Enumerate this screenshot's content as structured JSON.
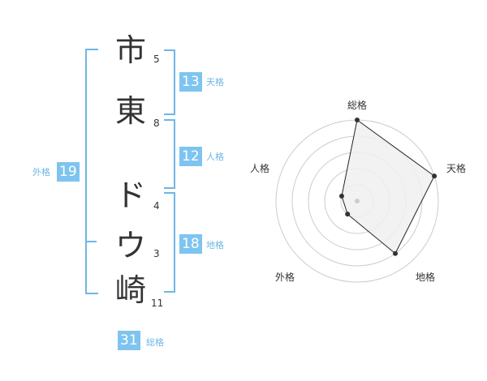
{
  "name": {
    "characters": [
      {
        "char": "市",
        "strokes": "5"
      },
      {
        "char": "東",
        "strokes": "8"
      },
      {
        "char": "ド",
        "strokes": "4"
      },
      {
        "char": "ウ",
        "strokes": "3"
      },
      {
        "char": "崎",
        "strokes": "11"
      }
    ]
  },
  "fortunes": {
    "tenkaku": {
      "label": "天格",
      "value": "13"
    },
    "jinkaku": {
      "label": "人格",
      "value": "12"
    },
    "chikaku": {
      "label": "地格",
      "value": "18"
    },
    "gaikaku": {
      "label": "外格",
      "value": "19"
    },
    "soukaku": {
      "label": "総格",
      "value": "31"
    }
  },
  "colors": {
    "accent": "#7ec4f0",
    "accent_text": "#6fb6e6",
    "text": "#333333",
    "grid": "#cccccc",
    "fill": "#f0f0f0"
  },
  "chart_data": {
    "type": "radar",
    "axes": [
      "総格",
      "天格",
      "地格",
      "外格",
      "人格"
    ],
    "values": [
      5,
      5,
      4,
      1,
      1
    ],
    "rmax": 5,
    "rings": 5
  }
}
